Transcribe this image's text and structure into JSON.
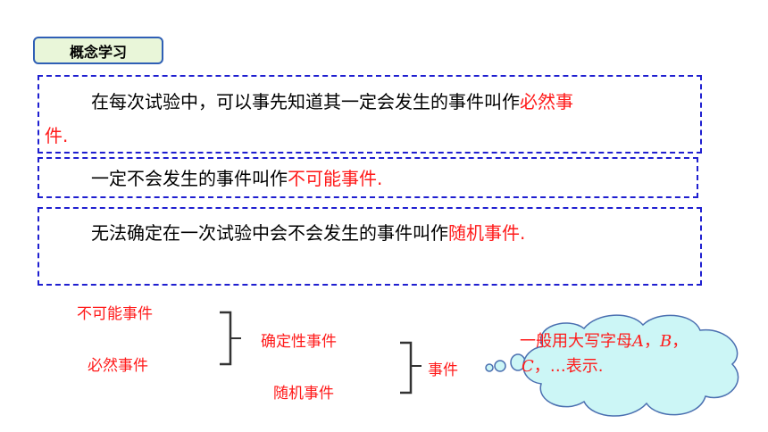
{
  "header": {
    "tag_label": "概念学习"
  },
  "definitions": [
    {
      "text_line1": "在每次试验中，可以事先知道其一定会发生的事件叫作",
      "term_part1": "必然事",
      "term_part2": "件",
      "end": "."
    },
    {
      "text": "一定不会发生的事件叫作",
      "term": "不可能事件",
      "end": "."
    },
    {
      "text": "无法确定在一次试验中会不会发生的事件叫作",
      "term": "随机事件",
      "end": "."
    }
  ],
  "diagram": {
    "impossible": "不可能事件",
    "certain": "必然事件",
    "deterministic": "确定性事件",
    "random": "随机事件",
    "event": "事件"
  },
  "bubble": {
    "line1": "一般用大写字母",
    "letter_a": "A",
    "sep1": "，",
    "letter_b": "B",
    "sep2": "，",
    "letter_c": "C",
    "line2_rest": "，…表示."
  }
}
